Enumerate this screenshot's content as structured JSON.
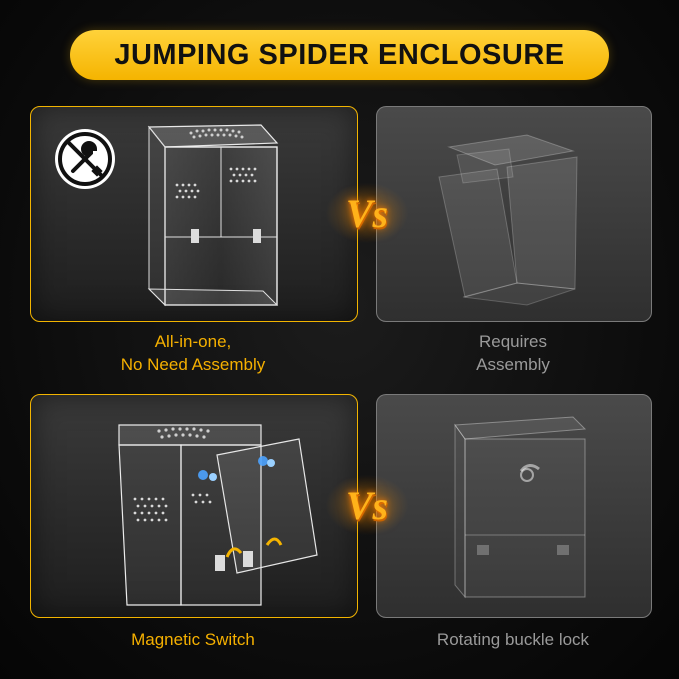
{
  "title": "JUMPING SPIDER ENCLOSURE",
  "vs_label": "Vs",
  "rows": [
    {
      "left_caption_line1": "All-in-one,",
      "left_caption_line2": "No Need Assembly",
      "right_caption_line1": "Requires",
      "right_caption_line2": "Assembly"
    },
    {
      "left_caption": "Magnetic Switch",
      "right_caption": "Rotating buckle lock"
    }
  ],
  "icons": {
    "top_left_badge": "no-tools-icon"
  },
  "colors": {
    "accent": "#f5b400",
    "background": "#0b0b0b",
    "muted_text": "#9a9a9a"
  }
}
